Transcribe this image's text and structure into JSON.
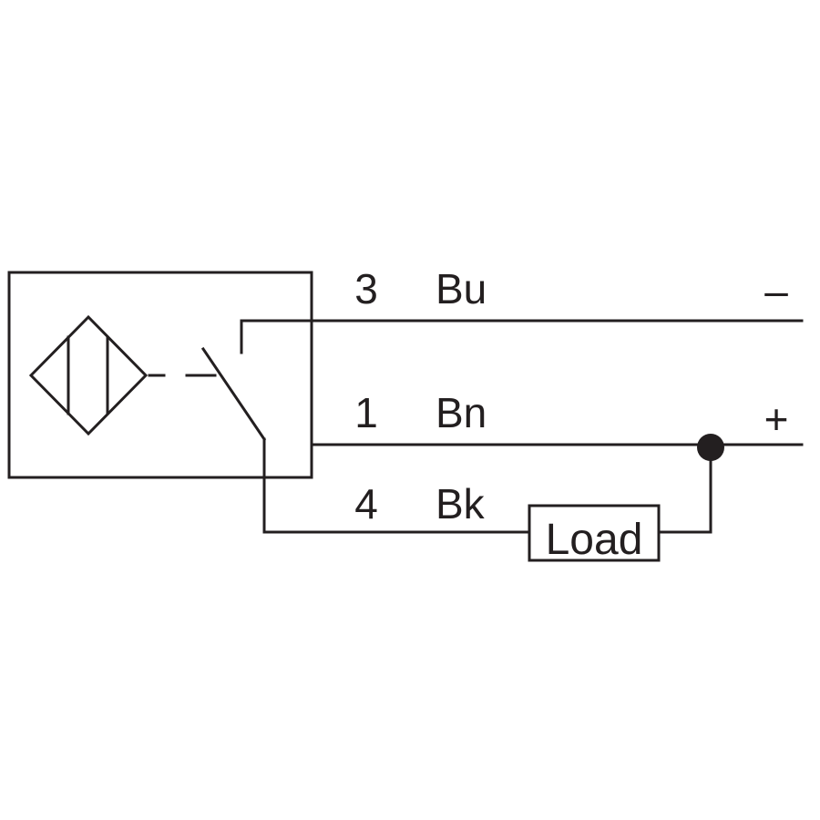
{
  "wires": [
    {
      "pin": "3",
      "color_code": "Bu",
      "polarity": "–"
    },
    {
      "pin": "1",
      "color_code": "Bn",
      "polarity": "+"
    },
    {
      "pin": "4",
      "color_code": "Bk"
    }
  ],
  "load": {
    "label": "Load"
  },
  "colors": {
    "ink": "#231f20",
    "background": "#ffffff"
  }
}
